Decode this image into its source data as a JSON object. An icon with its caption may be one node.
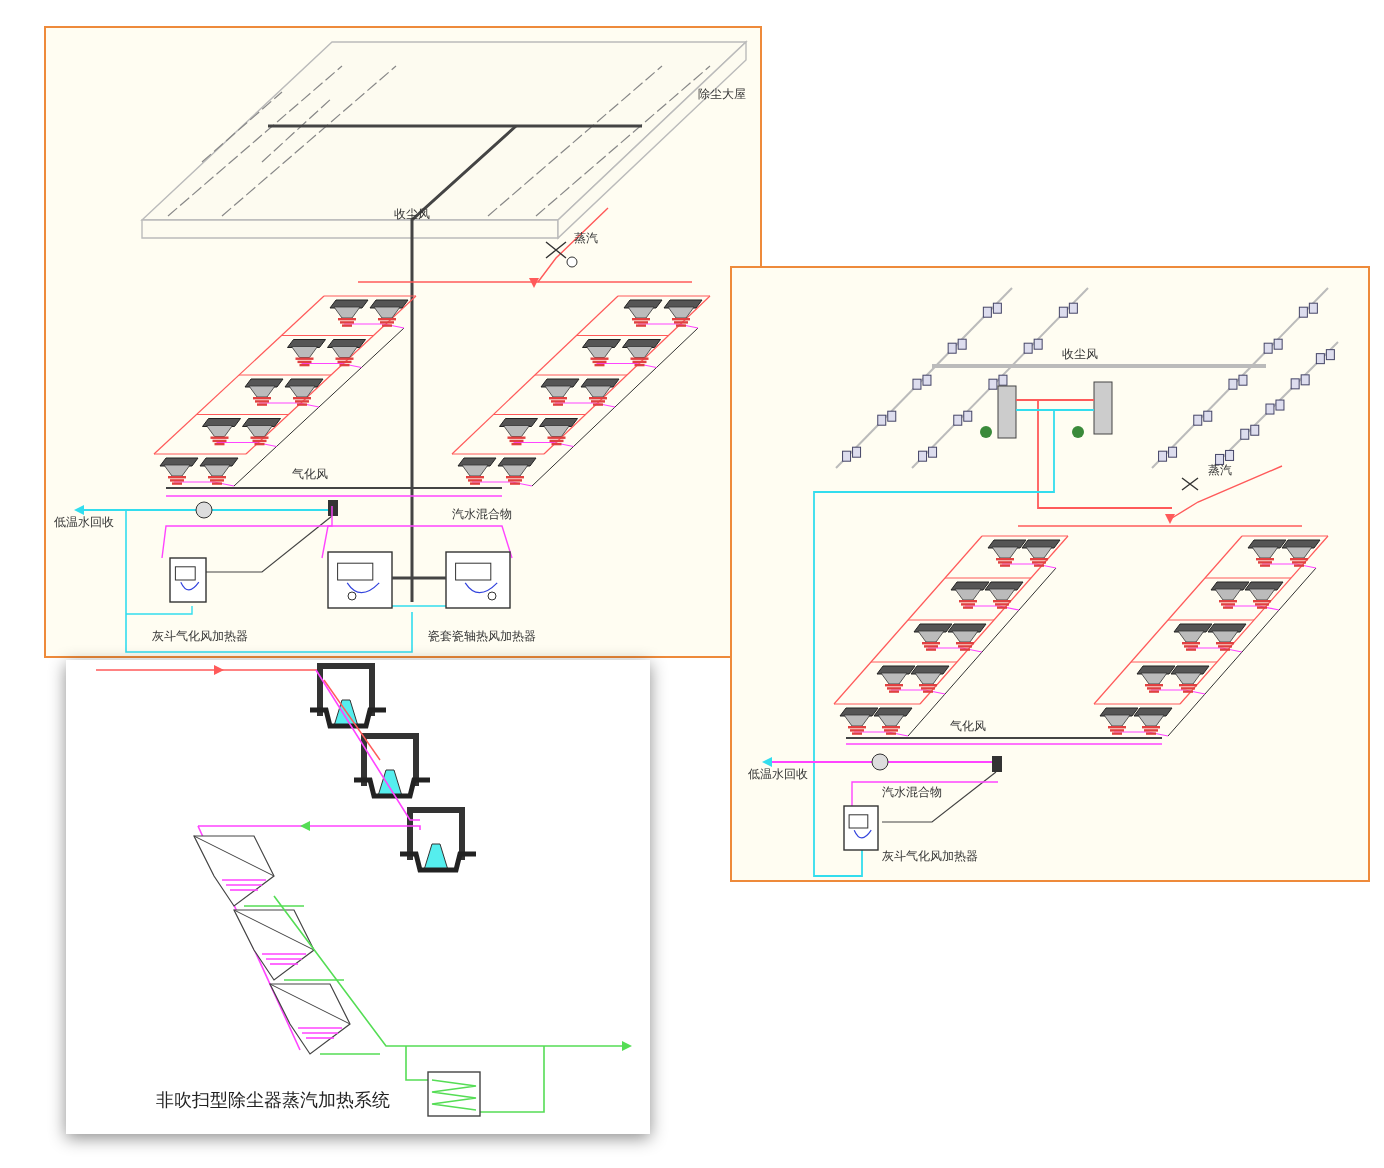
{
  "diagram": {
    "labels": [
      "除尘大屋",
      "收尘风",
      "蒸汽",
      "气化风",
      "低温水回收",
      "汽水混合物",
      "灰斗气化风加热器",
      "瓷套瓷轴热风加热器",
      "收尘风",
      "蒸汽",
      "气化风",
      "低温水回收",
      "汽水混合物",
      "灰斗气化风加热器",
      "非吹扫型除尘器蒸汽加热系统"
    ]
  }
}
